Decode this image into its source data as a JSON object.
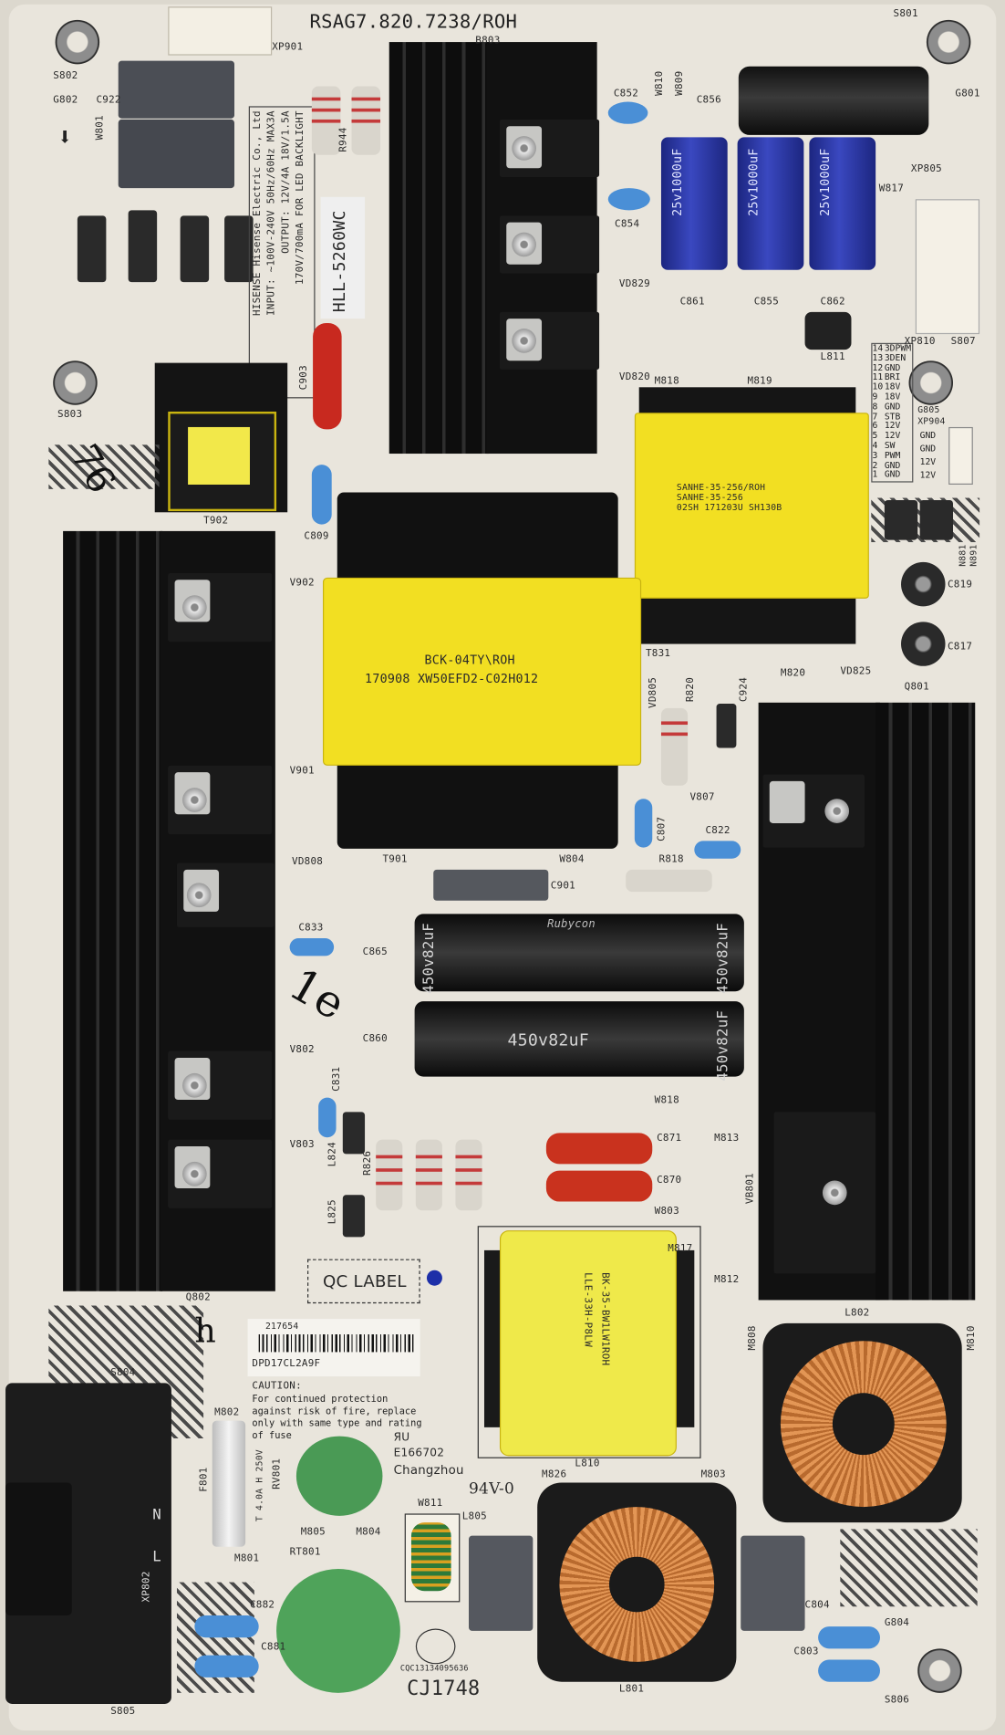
{
  "board": {
    "model": "RSAG7.820.7238/ROH",
    "part_sticker": "HLL-5260WC",
    "spec_lines": [
      "HISENSE  Hisense Electric Co., Ltd",
      "INPUT: ~100V-240V 50Hz/60Hz MAX3A",
      "OUTPUT: 12V/4A  18V/1.5A",
      "170V/700mA FOR LED BACKLIGHT"
    ],
    "qc_label": "QC LABEL",
    "barcode_top": "217654",
    "barcode_bottom": "DPD17CL2A9F",
    "caution_title": "CAUTION:",
    "caution_text": "For continued protection against risk of fire, replace only with same type and rating of fuse",
    "ul_code": "E166702",
    "ul_city": "Changzhou",
    "flame_rating": "94V-0",
    "cqc_code": "CQC13134095636",
    "date_mark": "CJ1748",
    "handwritten_1": "76",
    "handwritten_2": "1e",
    "handwritten_3": "h"
  },
  "transformers": {
    "t901_line1": "BCK-04TY\\ROH",
    "t901_line2": "170908   XW50EFD2-C02H012",
    "t831_line1": "SANHE-35-256/ROH",
    "t831_line2": "SANHE-35-256",
    "t831_line3": "02SH 171203U  SH130B",
    "l810_line1": "BK-35-BW1LW1ROH",
    "l810_line2": "LLE-33H-P8LW"
  },
  "capacitors": {
    "bulk": [
      "450v82uF",
      "450v82uF",
      "450v82uF",
      "450v82uF"
    ],
    "bulk_brand": "Rubycon",
    "blue": [
      "25v1000uF",
      "25v1000uF",
      "25v1000uF"
    ]
  },
  "connector_xp904": {
    "pins": [
      "3DPWM",
      "3DEN",
      "GND",
      "BRI",
      "18V",
      "18V",
      "GND",
      "STB",
      "12V",
      "12V",
      "SW",
      "PWM",
      "GND",
      "GND"
    ],
    "pin_numbers": [
      "14",
      "13",
      "12",
      "11",
      "10",
      "9",
      "8",
      "7",
      "6",
      "5",
      "4",
      "3",
      "2",
      "1"
    ],
    "side": [
      "GND",
      "GND",
      "12V",
      "12V"
    ]
  },
  "refs": {
    "S801": "S801",
    "S802": "S802",
    "G801": "G801",
    "G802": "G802",
    "XP901": "XP901",
    "R944": "R944",
    "B803": "B803",
    "C852": "C852",
    "C856": "C856",
    "C854": "C854",
    "C861": "C861",
    "C855": "C855",
    "C862": "C862",
    "W810": "W810",
    "W809": "W809",
    "XP805": "XP805",
    "W817": "W817",
    "XP810": "XP810",
    "S807": "S807",
    "L811": "L811",
    "M818": "M818",
    "M819": "M819",
    "VD820": "VD820",
    "VD829": "VD829",
    "C922": "C922",
    "W801": "W801",
    "S803": "S803",
    "T902": "T902",
    "C809": "C809",
    "C903": "C903",
    "V902": "V902",
    "V901": "V901",
    "VD808": "VD808",
    "C833": "C833",
    "V802": "V802",
    "C831": "C831",
    "V803": "V803",
    "Q802": "Q802",
    "T901": "T901",
    "W804": "W804",
    "C901": "C901",
    "R818": "R818",
    "C822": "C822",
    "C807": "C807",
    "VD805": "VD805",
    "R820": "R820",
    "C924": "C924",
    "V807": "V807",
    "Q801": "Q801",
    "VD825": "VD825",
    "T831": "T831",
    "M820": "M820",
    "C819": "C819",
    "C817": "C817",
    "N881": "N881",
    "N891": "N891",
    "G805": "G805",
    "XP904": "XP904",
    "C865": "C865",
    "C860": "C860",
    "W818": "W818",
    "C871": "C871",
    "C870": "C870",
    "W803": "W803",
    "M813": "M813",
    "M812": "M812",
    "VB801": "VB801",
    "L802": "L802",
    "M808": "M808",
    "M810": "M810",
    "L824": "L824",
    "L825": "L825",
    "R826": "R826",
    "M817": "M817",
    "L810": "L810",
    "M826": "M826",
    "M803": "M803",
    "L801": "L801",
    "W811": "W811",
    "L805": "L805",
    "M805": "M805",
    "M804": "M804",
    "RT801": "RT801",
    "M802": "M802",
    "F801": "F801",
    "RV801": "RV801",
    "M801": "M801",
    "XP802": "XP802",
    "S804": "S804",
    "S805": "S805",
    "C882": "C882",
    "C881": "C881",
    "C804": "C804",
    "C803": "C803",
    "G804": "G804",
    "S806": "S806",
    "fuse": "T 4.0A H 250V",
    "N": "N",
    "L": "L"
  },
  "colors": {
    "board": "#e9e5dc",
    "heatsink": "#111111",
    "tape": "#f2df22",
    "blue_cap": "#2a36a0",
    "copper": "#c87a3a",
    "ntc": "#4fa35a"
  }
}
